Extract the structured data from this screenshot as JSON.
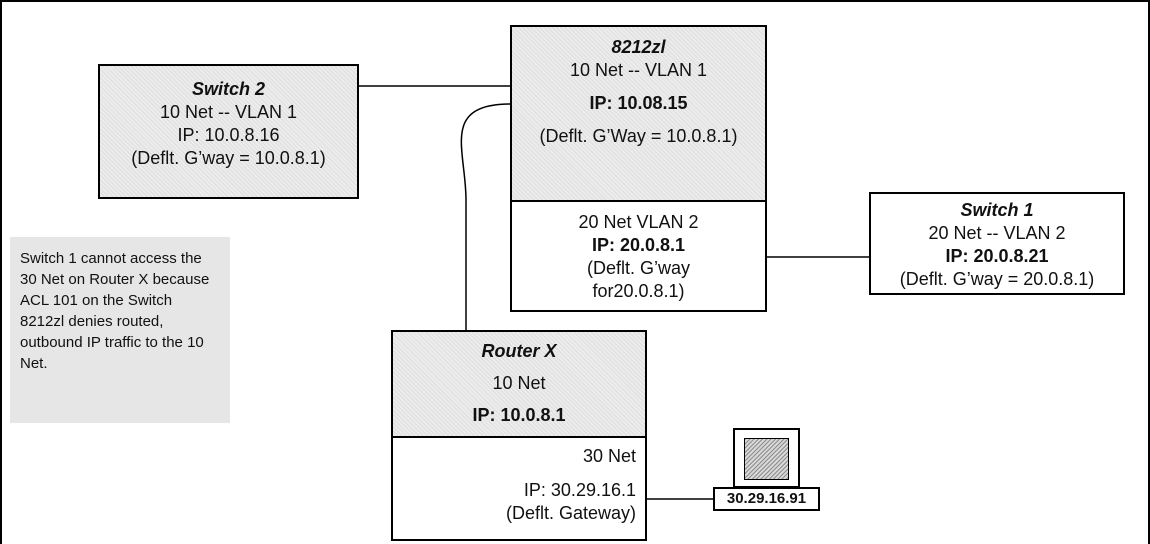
{
  "diagram": {
    "switch2": {
      "title": "Switch 2",
      "line1": "10 Net -- VLAN 1",
      "line2": "IP: 10.0.8.16",
      "line3": "(Deflt. G’way = 10.0.8.1)"
    },
    "router_8212": {
      "title": "8212zl",
      "vlan1": {
        "line1": "10 Net -- VLAN 1",
        "line2": "IP: 10.08.15",
        "line3": "(Deflt. G’Way = 10.0.8.1)"
      },
      "vlan2": {
        "line1": "20 Net VLAN 2",
        "line2": "IP: 20.0.8.1",
        "line3": "(Deflt. G’way",
        "line4": "for20.0.8.1)"
      }
    },
    "switch1": {
      "title": "Switch 1",
      "line1": "20 Net -- VLAN 2",
      "line2_label": "IP: ",
      "line2_value": "20.0.8.21",
      "line3": "(Deflt. G’way = 20.0.8.1)"
    },
    "routerx": {
      "title": "Router X",
      "net10": {
        "line1": "10 Net",
        "line2": "IP: 10.0.8.1"
      },
      "net30": {
        "line1": "30 Net",
        "line2": "IP: 30.29.16.1",
        "line3": "(Deflt. Gateway)"
      }
    },
    "host": {
      "ip": "30.29.16.91"
    },
    "note": {
      "text": "Switch 1 cannot access the 30 Net on Router X because ACL 101 on the Switch 8212zl denies routed, outbound IP traffic to the 10 Net."
    }
  },
  "colors": {
    "border": "#000000",
    "hatch_fill": "#ececec",
    "note_fill": "#e6e6e6"
  }
}
